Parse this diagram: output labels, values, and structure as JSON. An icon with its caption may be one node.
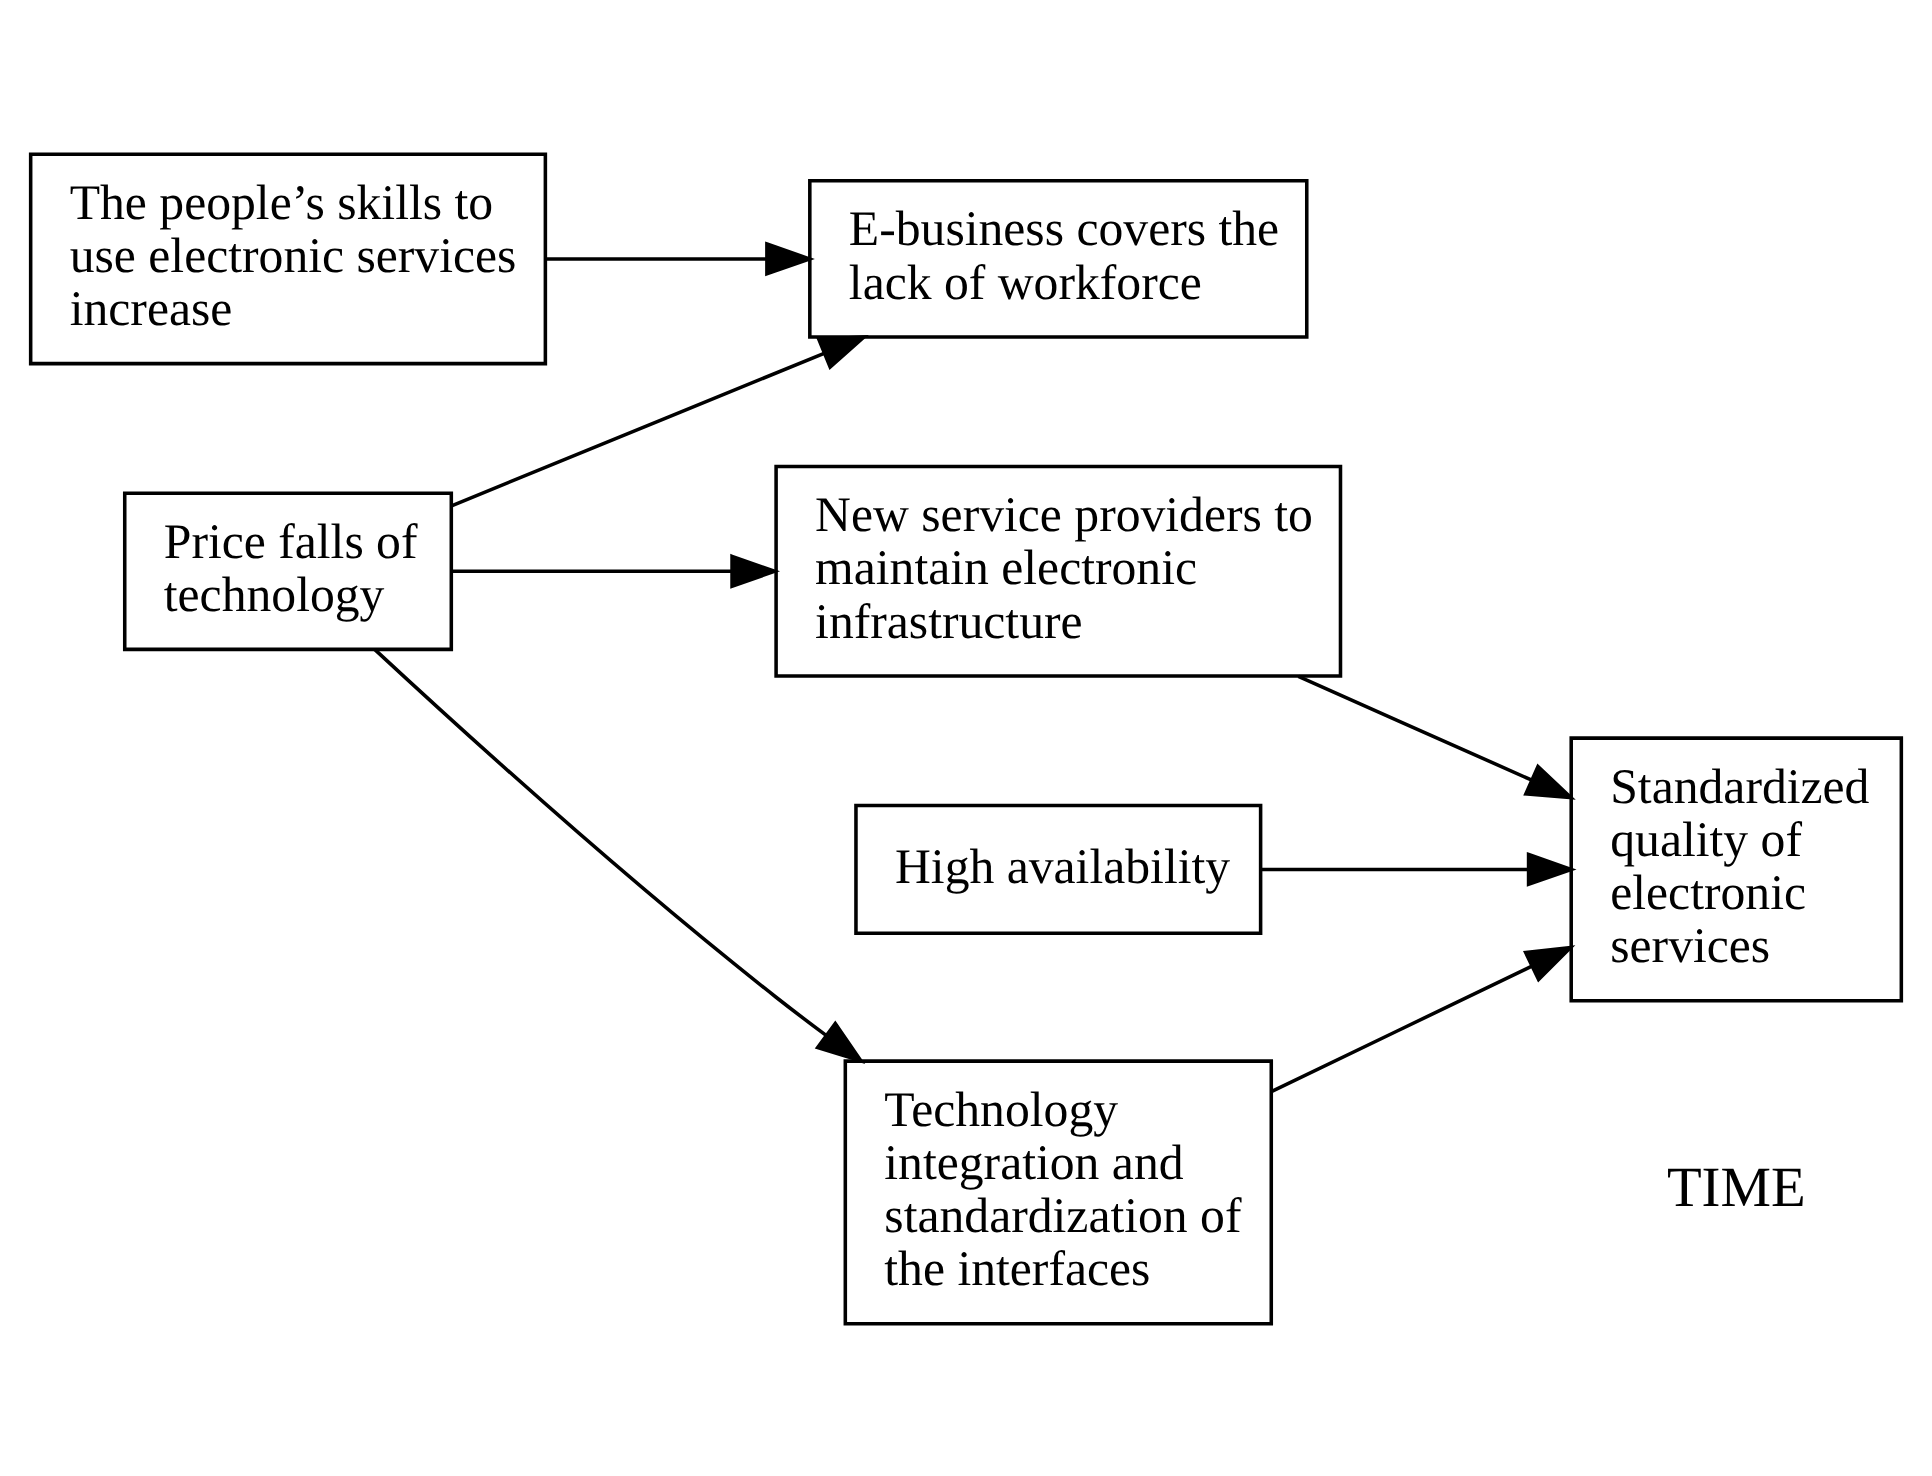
{
  "diagram": {
    "nodes": [
      {
        "text": [
          "The people’s skills to use electronic services increase"
        ]
      },
      {
        "text": [
          "E-business covers the lack of workforce"
        ]
      },
      {
        "text": [
          "Price falls of technology"
        ]
      },
      {
        "text": [
          "New service providers to maintain electronic infrastructure"
        ]
      },
      {
        "text": [
          "High availability"
        ]
      },
      {
        "text": [
          "Technology integration and standardization of the interfaces"
        ]
      },
      {
        "text": [
          "Standardized quality of electronic services"
        ]
      }
    ],
    "edges": [
      {
        "from": 0,
        "to": 1,
        "arrow": "to"
      },
      {
        "from": 2,
        "to": 1,
        "arrow": "to"
      },
      {
        "from": 2,
        "to": 3,
        "arrow": "to"
      },
      {
        "from": 2,
        "to": 5,
        "arrow": "to"
      },
      {
        "from": 3,
        "to": 6,
        "arrow": "to"
      },
      {
        "from": 4,
        "to": 6,
        "arrow": "to"
      },
      {
        "from": 5,
        "to": 6,
        "arrow": "to"
      }
    ],
    "labels": [
      "TIME"
    ]
  }
}
